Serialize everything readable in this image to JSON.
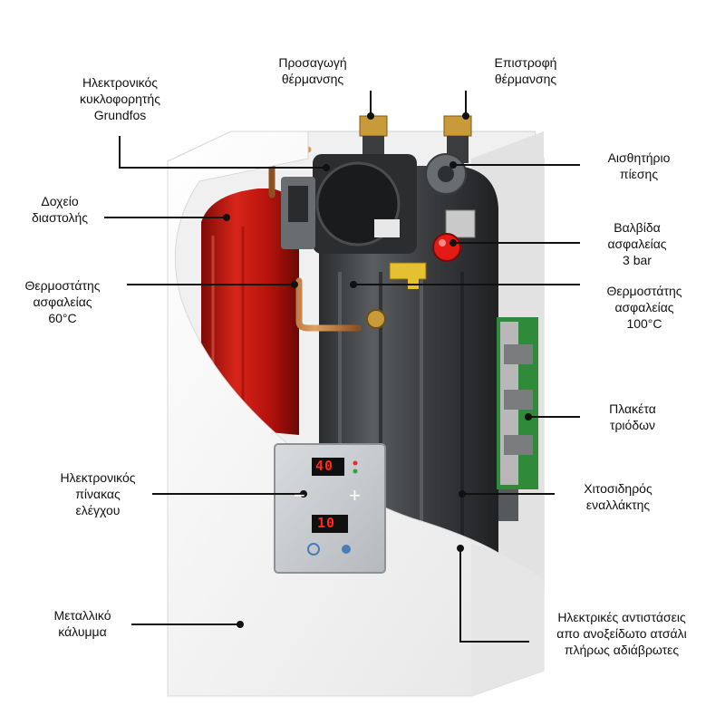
{
  "labels": {
    "supply": [
      "Προσαγωγή",
      "θέρμανσης"
    ],
    "return": [
      "Επιστροφή",
      "θέρμανσης"
    ],
    "pump": [
      "Ηλεκτρονικός",
      "κυκλοφορητής",
      "Grundfos"
    ],
    "pressure_sensor": [
      "Αισθητήριο",
      "πίεσης"
    ],
    "expansion_tank": [
      "Δοχείο",
      "διαστολής"
    ],
    "safety_valve": [
      "Βαλβίδα",
      "ασφαλείας",
      "3 bar"
    ],
    "safety_thermostat_60": [
      "Θερμοστάτης",
      "ασφαλείας",
      "60°C"
    ],
    "safety_thermostat_100": [
      "Θερμοστάτης",
      "ασφαλείας",
      "100°C"
    ],
    "triac_board": [
      "Πλακέτα",
      "τριόδων"
    ],
    "control_panel": [
      "Ηλεκτρονικός",
      "πίνακας",
      "ελέγχου"
    ],
    "heat_exchanger": [
      "Χιτοσιδηρός",
      "εναλλάκτης"
    ],
    "metal_cover": [
      "Μεταλλικό",
      "κάλυμμα"
    ],
    "heating_elements": [
      "Ηλεκτρικές αντιστάσεις",
      "απο ανοξείδωτο ατσάλι",
      "πλήρως αδιάβρωτες"
    ]
  },
  "panel": {
    "display_top": "40",
    "display_bottom": "10",
    "minus": "−",
    "plus": "+"
  },
  "colors": {
    "tank_red": "#c4140e",
    "exchanger_gray": "#3c3f42",
    "cover_white": "#f4f4f4",
    "pcb_green": "#2f8a3a",
    "copper": "#c77a3c",
    "brass": "#c99a3a",
    "display_red": "#ff2a1a"
  }
}
